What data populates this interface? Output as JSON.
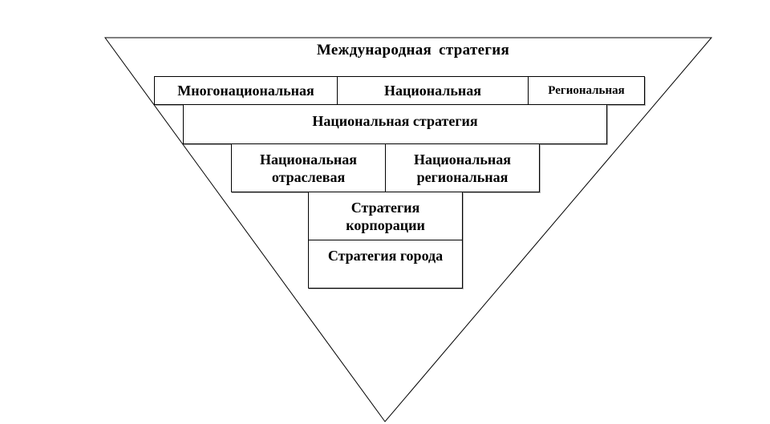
{
  "title": "Международная стратегия",
  "row1": {
    "multinational": "Многонациональная",
    "national": "Национальная",
    "regional": "Региональная"
  },
  "row2": {
    "national_strategy": "Национальная стратегия"
  },
  "row3": {
    "national_sectoral": "Национальная отраслевая",
    "national_regional": "Национальная региональная"
  },
  "row4": {
    "corporate_strategy": "Стратегия корпорации"
  },
  "row5": {
    "city_strategy": "Стратегия города"
  }
}
